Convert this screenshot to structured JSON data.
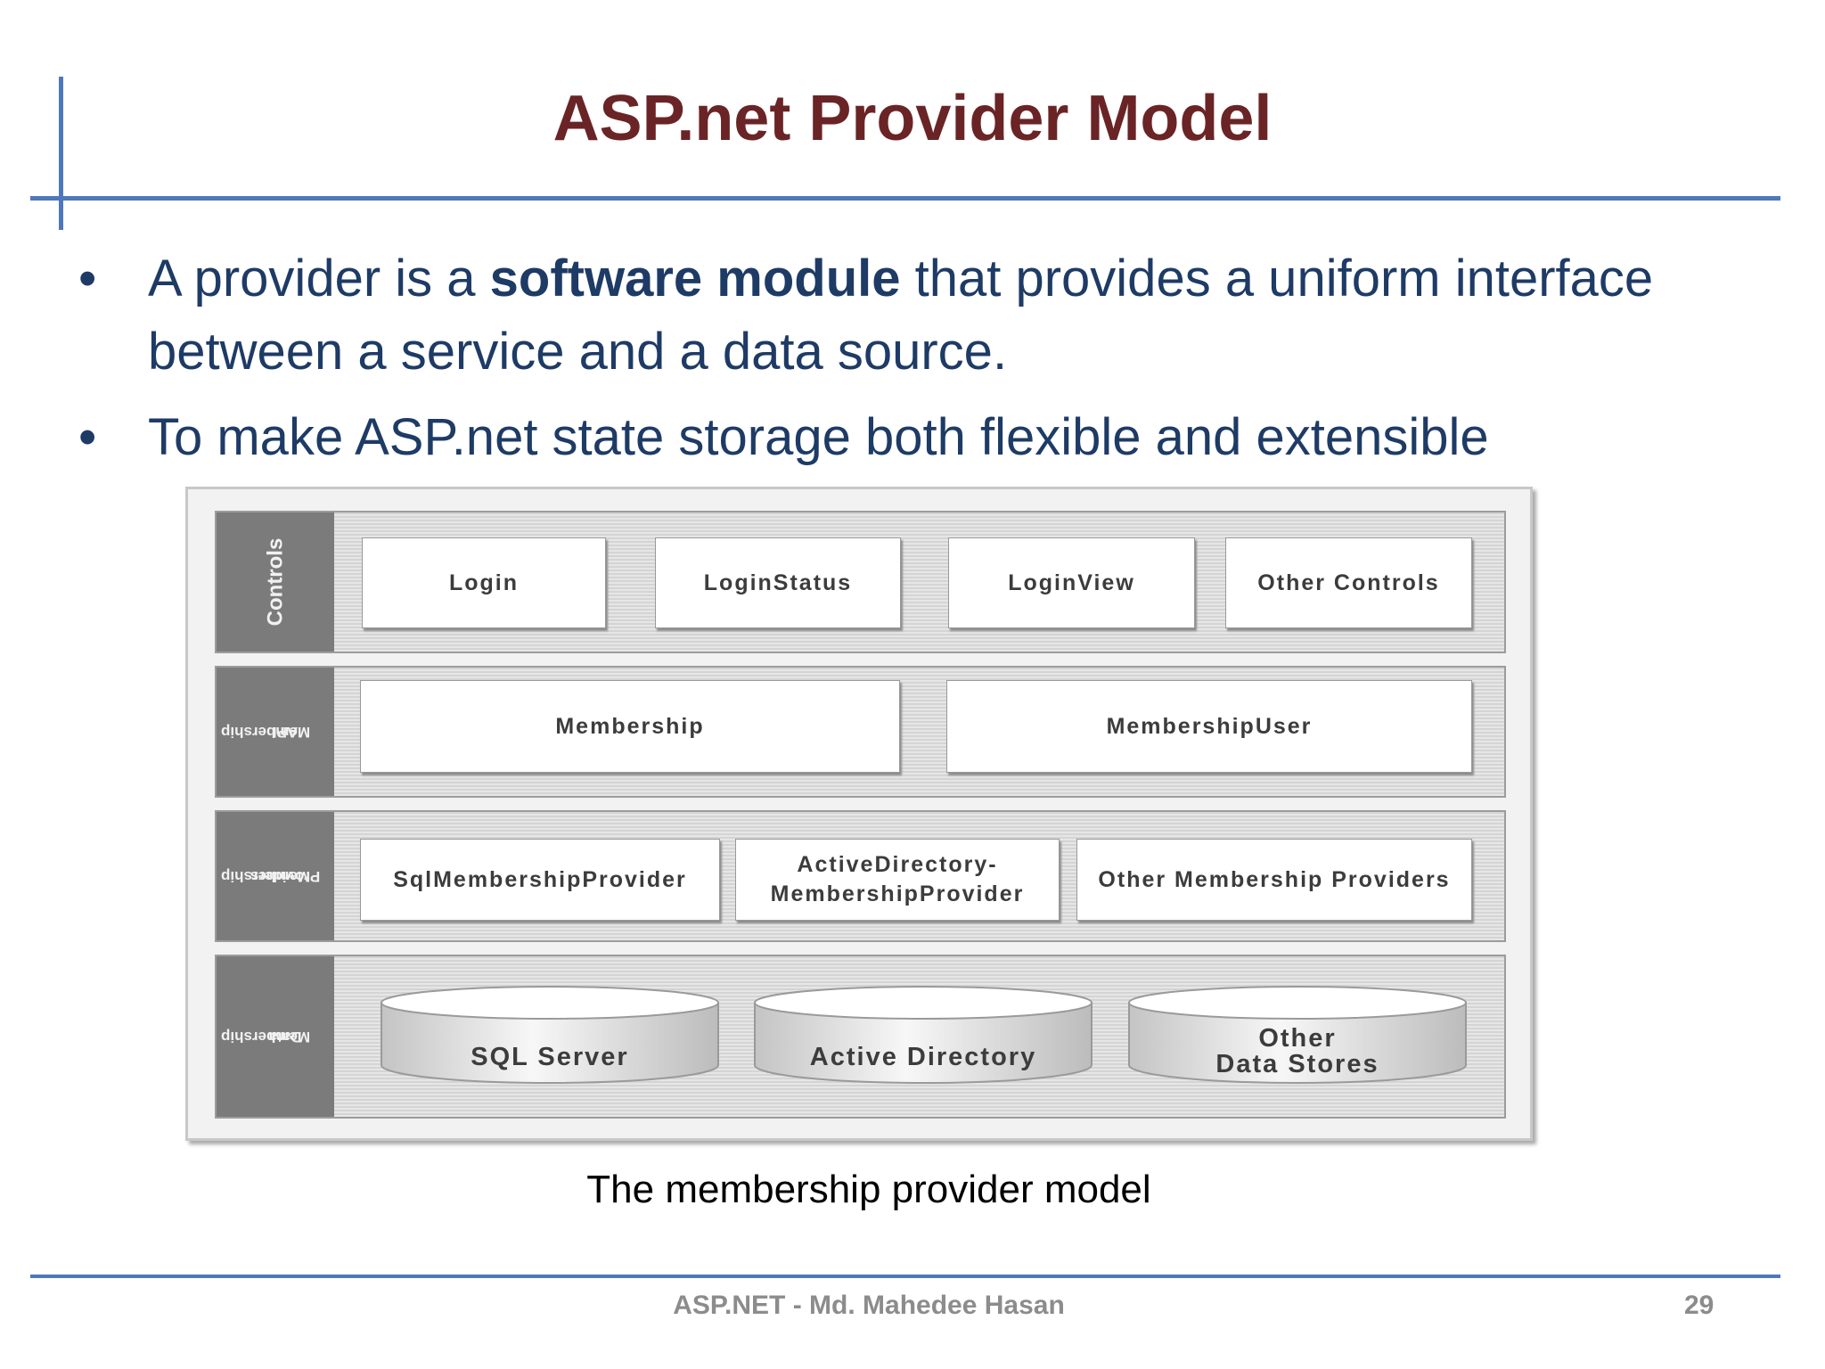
{
  "slide": {
    "title": "ASP.net Provider Model",
    "bullets": [
      {
        "prefix": "A provider is a ",
        "bold": "software module",
        "suffix": " that provides a uniform interface between a service and a data source."
      },
      {
        "text": "To make ASP.net state storage both flexible and extensible"
      }
    ],
    "bullet_glyph": "•",
    "caption": "The membership provider model",
    "footer": "ASP.NET - Md. Mahedee Hasan",
    "page_number": "29"
  },
  "diagram": {
    "layers": [
      {
        "label": "Controls",
        "items": [
          "Login",
          "LoginStatus",
          "LoginView",
          "Other Controls"
        ]
      },
      {
        "label_line1": "Membership",
        "label_line2": "API",
        "items": [
          "Membership",
          "MembershipUser"
        ]
      },
      {
        "label_line1": "Membership",
        "label_line2": "Providers",
        "items": [
          "SqlMembershipProvider",
          "ActiveDirectory-",
          "MembershipProvider",
          "Other Membership Providers"
        ]
      },
      {
        "label_line1": "Membership",
        "label_line2": "Data",
        "items": [
          "SQL Server",
          "Active Directory",
          "Other",
          "Data Stores"
        ]
      }
    ]
  },
  "colors": {
    "title": "#6a2426",
    "body_text": "#1e3b66",
    "rule_lines": "#4f78bc",
    "layer_label_bg": "#7b7b7b",
    "footer_text": "#8c8c8c"
  }
}
